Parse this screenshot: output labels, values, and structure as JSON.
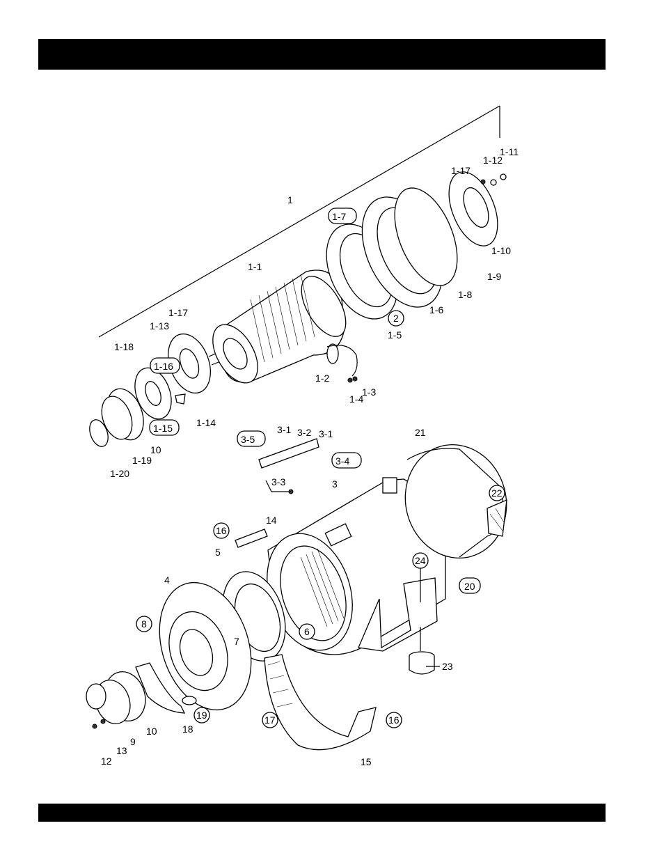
{
  "labels": {
    "main_assembly": "1",
    "rotor": "1-1",
    "plate": "1-2",
    "washer_1_3": "1-3",
    "bolt_1_4": "1-4",
    "fan_1_5": "1-5",
    "flange_1_6": "1-6",
    "bolt_1_7": "1-7",
    "disc_1_8": "1-8",
    "plate_1_9": "1-9",
    "coupling_1_10": "1-10",
    "bolt_1_11": "1-11",
    "washer_1_12": "1-12",
    "washer_1_17_top": "1-17",
    "washer_1_17_left": "1-17",
    "bearing_1_13": "1-13",
    "spring_1_14": "1-14",
    "retainer_1_15": "1-15",
    "bearing_1_16": "1-16",
    "cover_1_18": "1-18",
    "cap_1_19": "1-19",
    "ring_1_20": "1-20",
    "item_2": "2",
    "frame_3": "3",
    "terminal_3_1_a": "3-1",
    "terminal_3_1_b": "3-1",
    "terminal_3_2": "3-2",
    "terminal_3_3": "3-3",
    "terminal_3_4": "3-4",
    "terminal_3_5": "3-5",
    "bracket_4": "4",
    "exciter_5": "5",
    "item_6": "6",
    "item_7": "7",
    "item_8": "8",
    "cap_9": "9",
    "item_10_left": "10",
    "item_10_bottom": "10",
    "bolt_12": "12",
    "washer_13": "13",
    "plate_14": "14",
    "strap_15": "15",
    "item_16_top": "16",
    "item_16_bottom": "16",
    "item_17": "17",
    "strap_18": "18",
    "item_19": "19",
    "item_20": "20",
    "screen_21": "21",
    "item_22": "22",
    "mount_23": "23",
    "item_24": "24"
  }
}
